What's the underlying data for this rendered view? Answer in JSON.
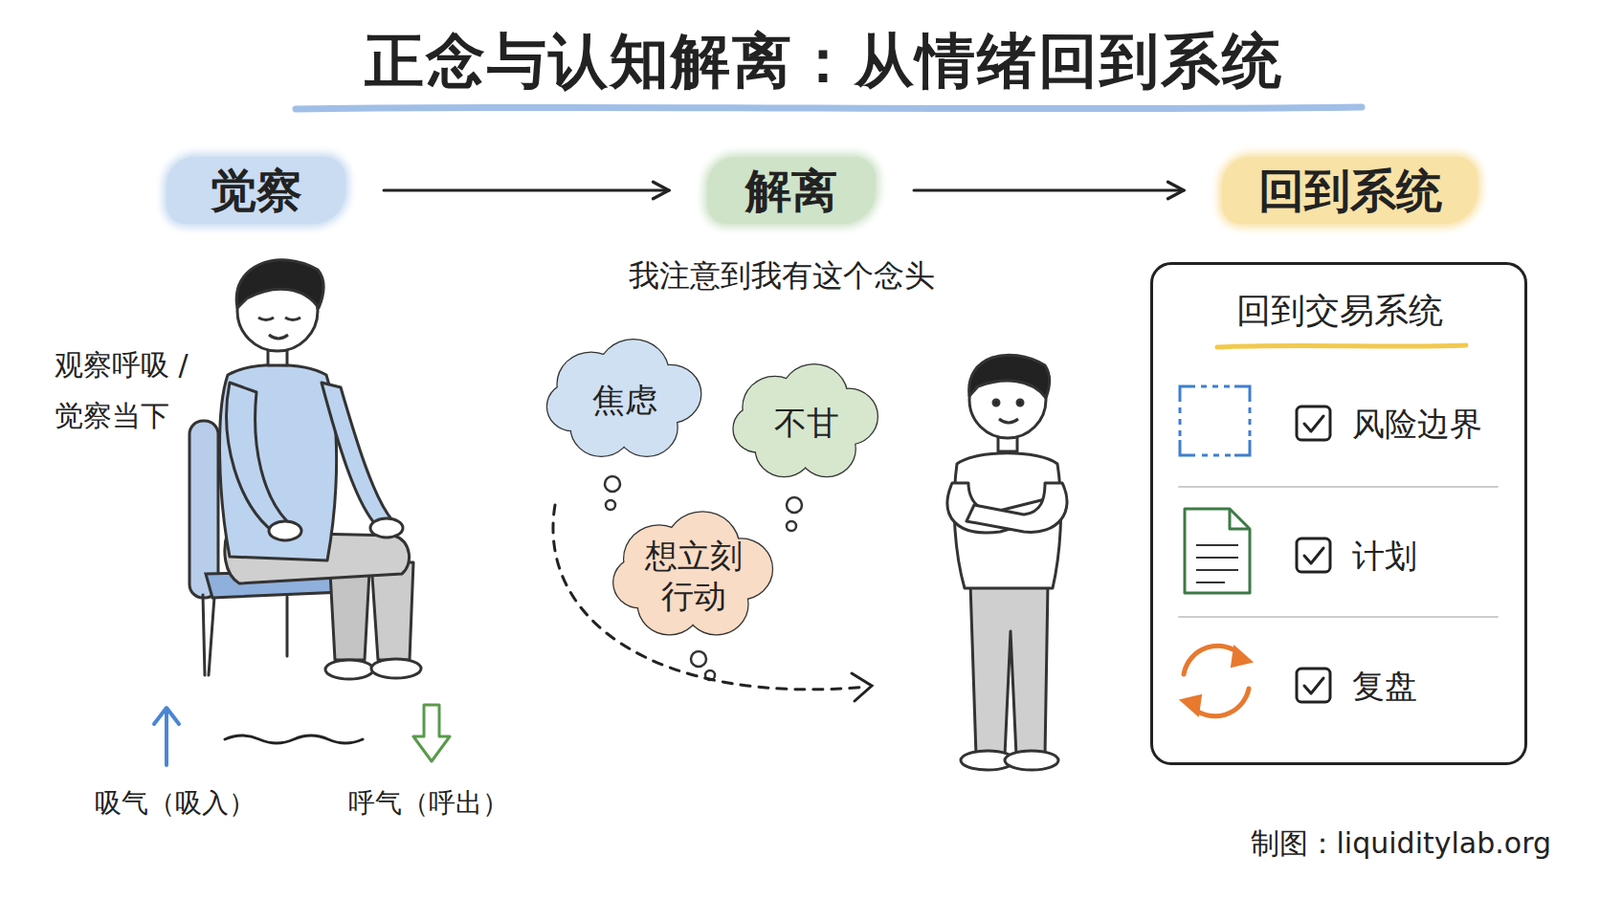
{
  "diagram": {
    "title": "正念与认知解离：从情绪回到系统",
    "nodes": [
      {
        "text": [
          "觉察"
        ]
      },
      {
        "text": [
          "解离"
        ]
      },
      {
        "text": [
          "回到系统"
        ]
      },
      {
        "text": [
          "焦虑"
        ]
      },
      {
        "text": [
          "不甘"
        ]
      },
      {
        "text": [
          "想立刻 行动"
        ]
      },
      {
        "text": [
          "回到交易系统",
          "风险边界",
          "计划",
          "复盘"
        ]
      }
    ],
    "edges": [
      {
        "from": 0,
        "to": 1,
        "arrow": "to"
      },
      {
        "from": 1,
        "to": 2,
        "arrow": "to"
      }
    ],
    "labels": [
      "观察呼吸 / 觉察当下",
      "我注意到我有这个念头",
      "吸气（吸入）",
      "呼气（呼出）",
      "制图：liquiditylab.org"
    ]
  }
}
